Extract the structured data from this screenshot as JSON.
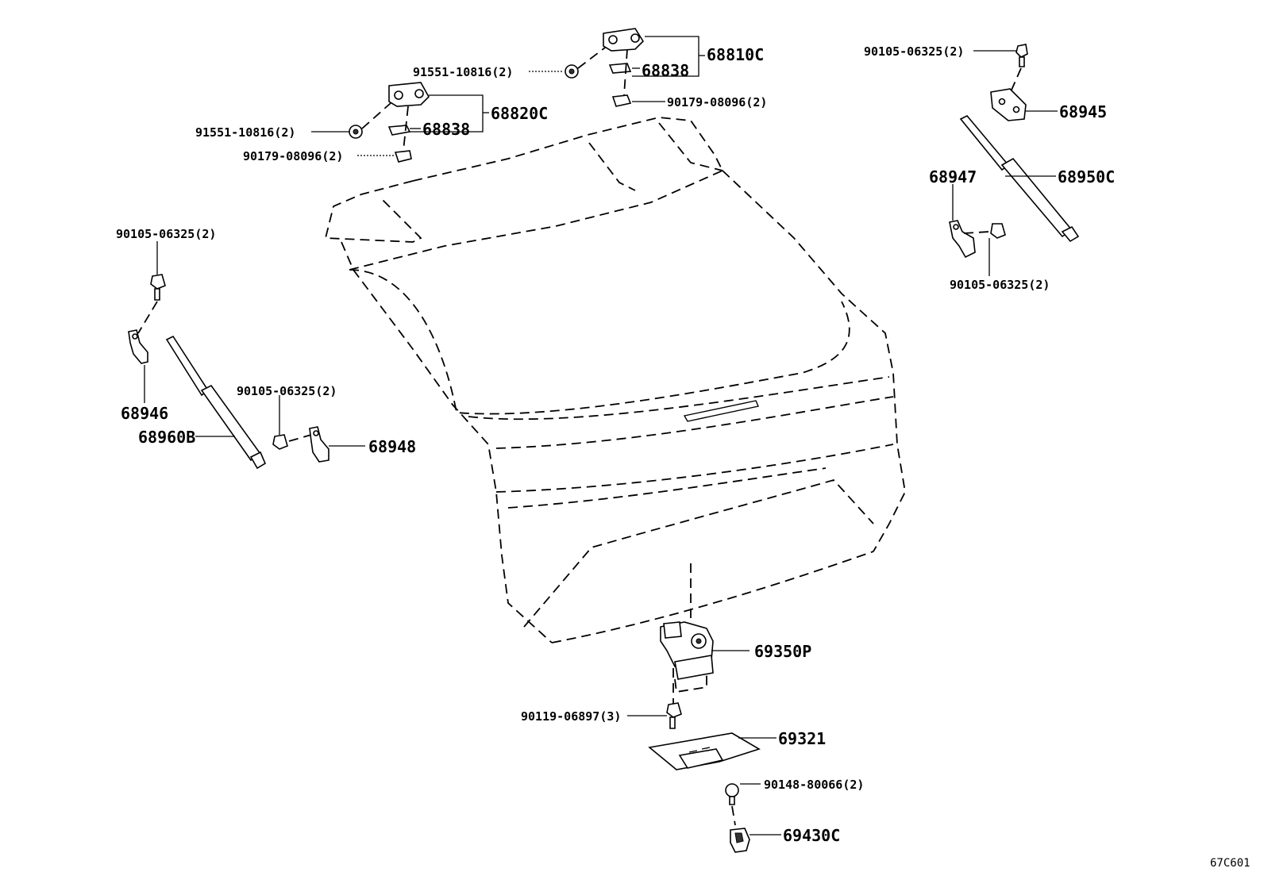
{
  "diagram_id": "67C601",
  "labels": {
    "p68810C": "68810C",
    "p68838_upper": "68838",
    "p90179_upper": "90179-08096(2)",
    "p91551_upper": "91551-10816(2)",
    "p68820C": "68820C",
    "p91551_lower": "91551-10816(2)",
    "p68838_lower": "68838",
    "p90179_lower": "90179-08096(2)",
    "p90105_topright": "90105-06325(2)",
    "p68945": "68945",
    "p68950C": "68950C",
    "p68947": "68947",
    "p90105_right": "90105-06325(2)",
    "p90105_left": "90105-06325(2)",
    "p68946": "68946",
    "p68960B": "68960B",
    "p90105_mid": "90105-06325(2)",
    "p68948": "68948",
    "p69350P": "69350P",
    "p90119": "90119-06897(3)",
    "p69321": "69321",
    "p90148": "90148-80066(2)",
    "p69430C": "69430C"
  }
}
